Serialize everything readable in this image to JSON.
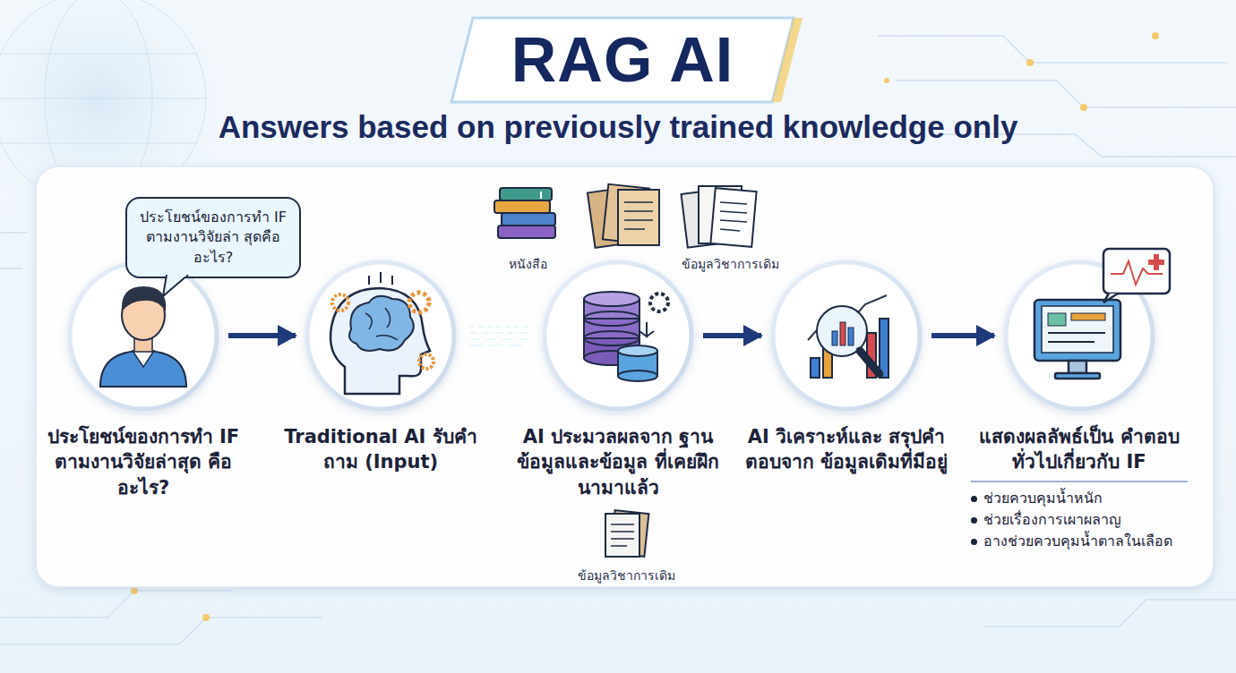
{
  "diagram": {
    "title": "RAG AI",
    "caption": "Answers based on previously trained knowledge only",
    "nodes": [
      {
        "text": [
          "ประโยชน์ของการทำ IF ตามงานวิจัยล่า สุดคืออะไร?"
        ]
      },
      {
        "text": [
          "ประโยชน์ของการทำ IF ตามงานวิจัยล่าสุด คืออะไร?"
        ]
      },
      {
        "text": [
          "Traditional AI รับคำถาม (Input)"
        ]
      },
      {
        "text": [
          "AI ประมวลผลจาก ฐานข้อมูลและข้อมูล ที่เคยฝึกนามาแล้ว"
        ]
      },
      {
        "text": [
          "AI วิเคราะห์และ สรุปคำตอบจาก ข้อมูลเดิมที่มีอยู่"
        ]
      },
      {
        "text": [
          "แสดงผลลัพธ์เป็น คำตอบทั่วไปเกี่ยวกับ IF",
          "ช่วยควบคุมน้ำหนัก",
          "ช่วยเรื่องการเผาผลาญ",
          "อางช่วยควบคุมน้ำตาลในเลือด"
        ]
      }
    ],
    "edges": [
      {
        "from": 1,
        "to": 2,
        "arrow": "to"
      },
      {
        "from": 2,
        "to": 3,
        "arrow": "none"
      },
      {
        "from": 3,
        "to": 4,
        "arrow": "to"
      },
      {
        "from": 4,
        "to": 5,
        "arrow": "to"
      }
    ],
    "labels": [
      "หนังสือ",
      "ข้อมูลวิชาการเดิม",
      "ข้อมูลวิชาการเดิม"
    ]
  }
}
